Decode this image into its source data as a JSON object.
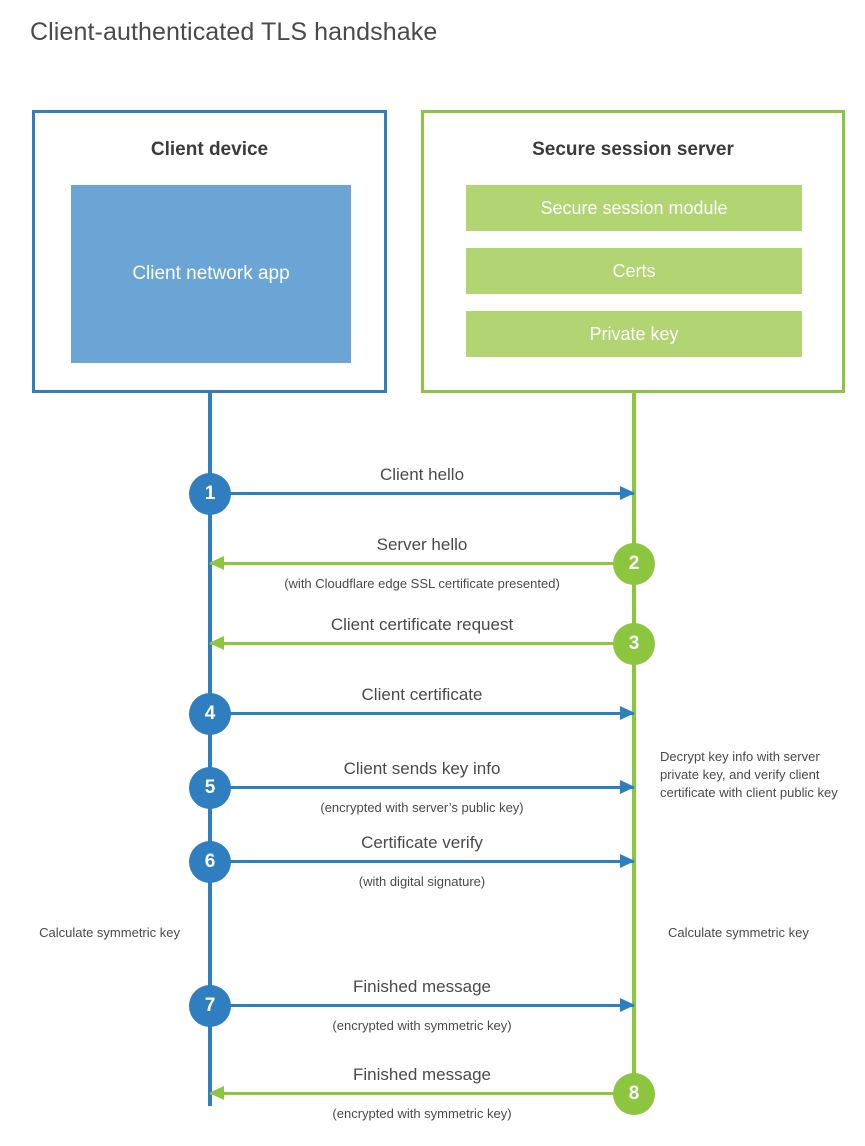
{
  "title": "Client-authenticated TLS handshake",
  "colors": {
    "client_blue": "#2f7ec0",
    "client_app_fill": "#6aa5d6",
    "server_green": "#8cc63f",
    "server_bar_fill": "#b2d473",
    "text_gray": "#4a4a4a"
  },
  "actors": {
    "client": {
      "title": "Client device",
      "app_label": "Client network app"
    },
    "server": {
      "title": "Secure session server",
      "modules": [
        "Secure session module",
        "Certs",
        "Private key"
      ]
    }
  },
  "messages": [
    {
      "step": "1",
      "direction": "to-server",
      "label": "Client hello",
      "sublabel": ""
    },
    {
      "step": "2",
      "direction": "to-client",
      "label": "Server hello",
      "sublabel": "(with Cloudflare edge SSL certificate presented)"
    },
    {
      "step": "3",
      "direction": "to-client",
      "label": "Client certificate request",
      "sublabel": ""
    },
    {
      "step": "4",
      "direction": "to-server",
      "label": "Client certificate",
      "sublabel": ""
    },
    {
      "step": "5",
      "direction": "to-server",
      "label": "Client sends key info",
      "sublabel": "(encrypted with server’s public key)"
    },
    {
      "step": "6",
      "direction": "to-server",
      "label": "Certificate verify",
      "sublabel": "(with digital signature)"
    },
    {
      "step": "7",
      "direction": "to-server",
      "label": "Finished message",
      "sublabel": "(encrypted with symmetric key)"
    },
    {
      "step": "8",
      "direction": "to-client",
      "label": "Finished message",
      "sublabel": "(encrypted with symmetric key)"
    }
  ],
  "notes": {
    "server_decrypt": "Decrypt key info with server private key, and verify client certificate with client public key",
    "client_symmetric_key": "Calculate symmetric key",
    "server_symmetric_key": "Calculate symmetric key"
  },
  "layout": {
    "message_y": [
      492,
      562,
      642,
      712,
      786,
      860,
      1004,
      1092
    ]
  }
}
